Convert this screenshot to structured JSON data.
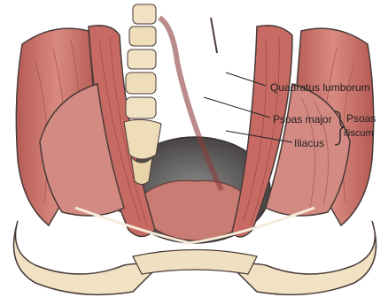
{
  "labels": {
    "quadratus_lumborum": "Quadratus lumborum",
    "psoas_major": "Psoas major",
    "iliacus": "Iliacus",
    "psoas_iliacus_line1": "Psoas",
    "psoas_iliacus_line2": "iliscum"
  },
  "colors": {
    "muscle": "#c9706a",
    "muscle_dark": "#a14c48",
    "bone": "#f2e2c4",
    "outline": "#4a3b38"
  }
}
